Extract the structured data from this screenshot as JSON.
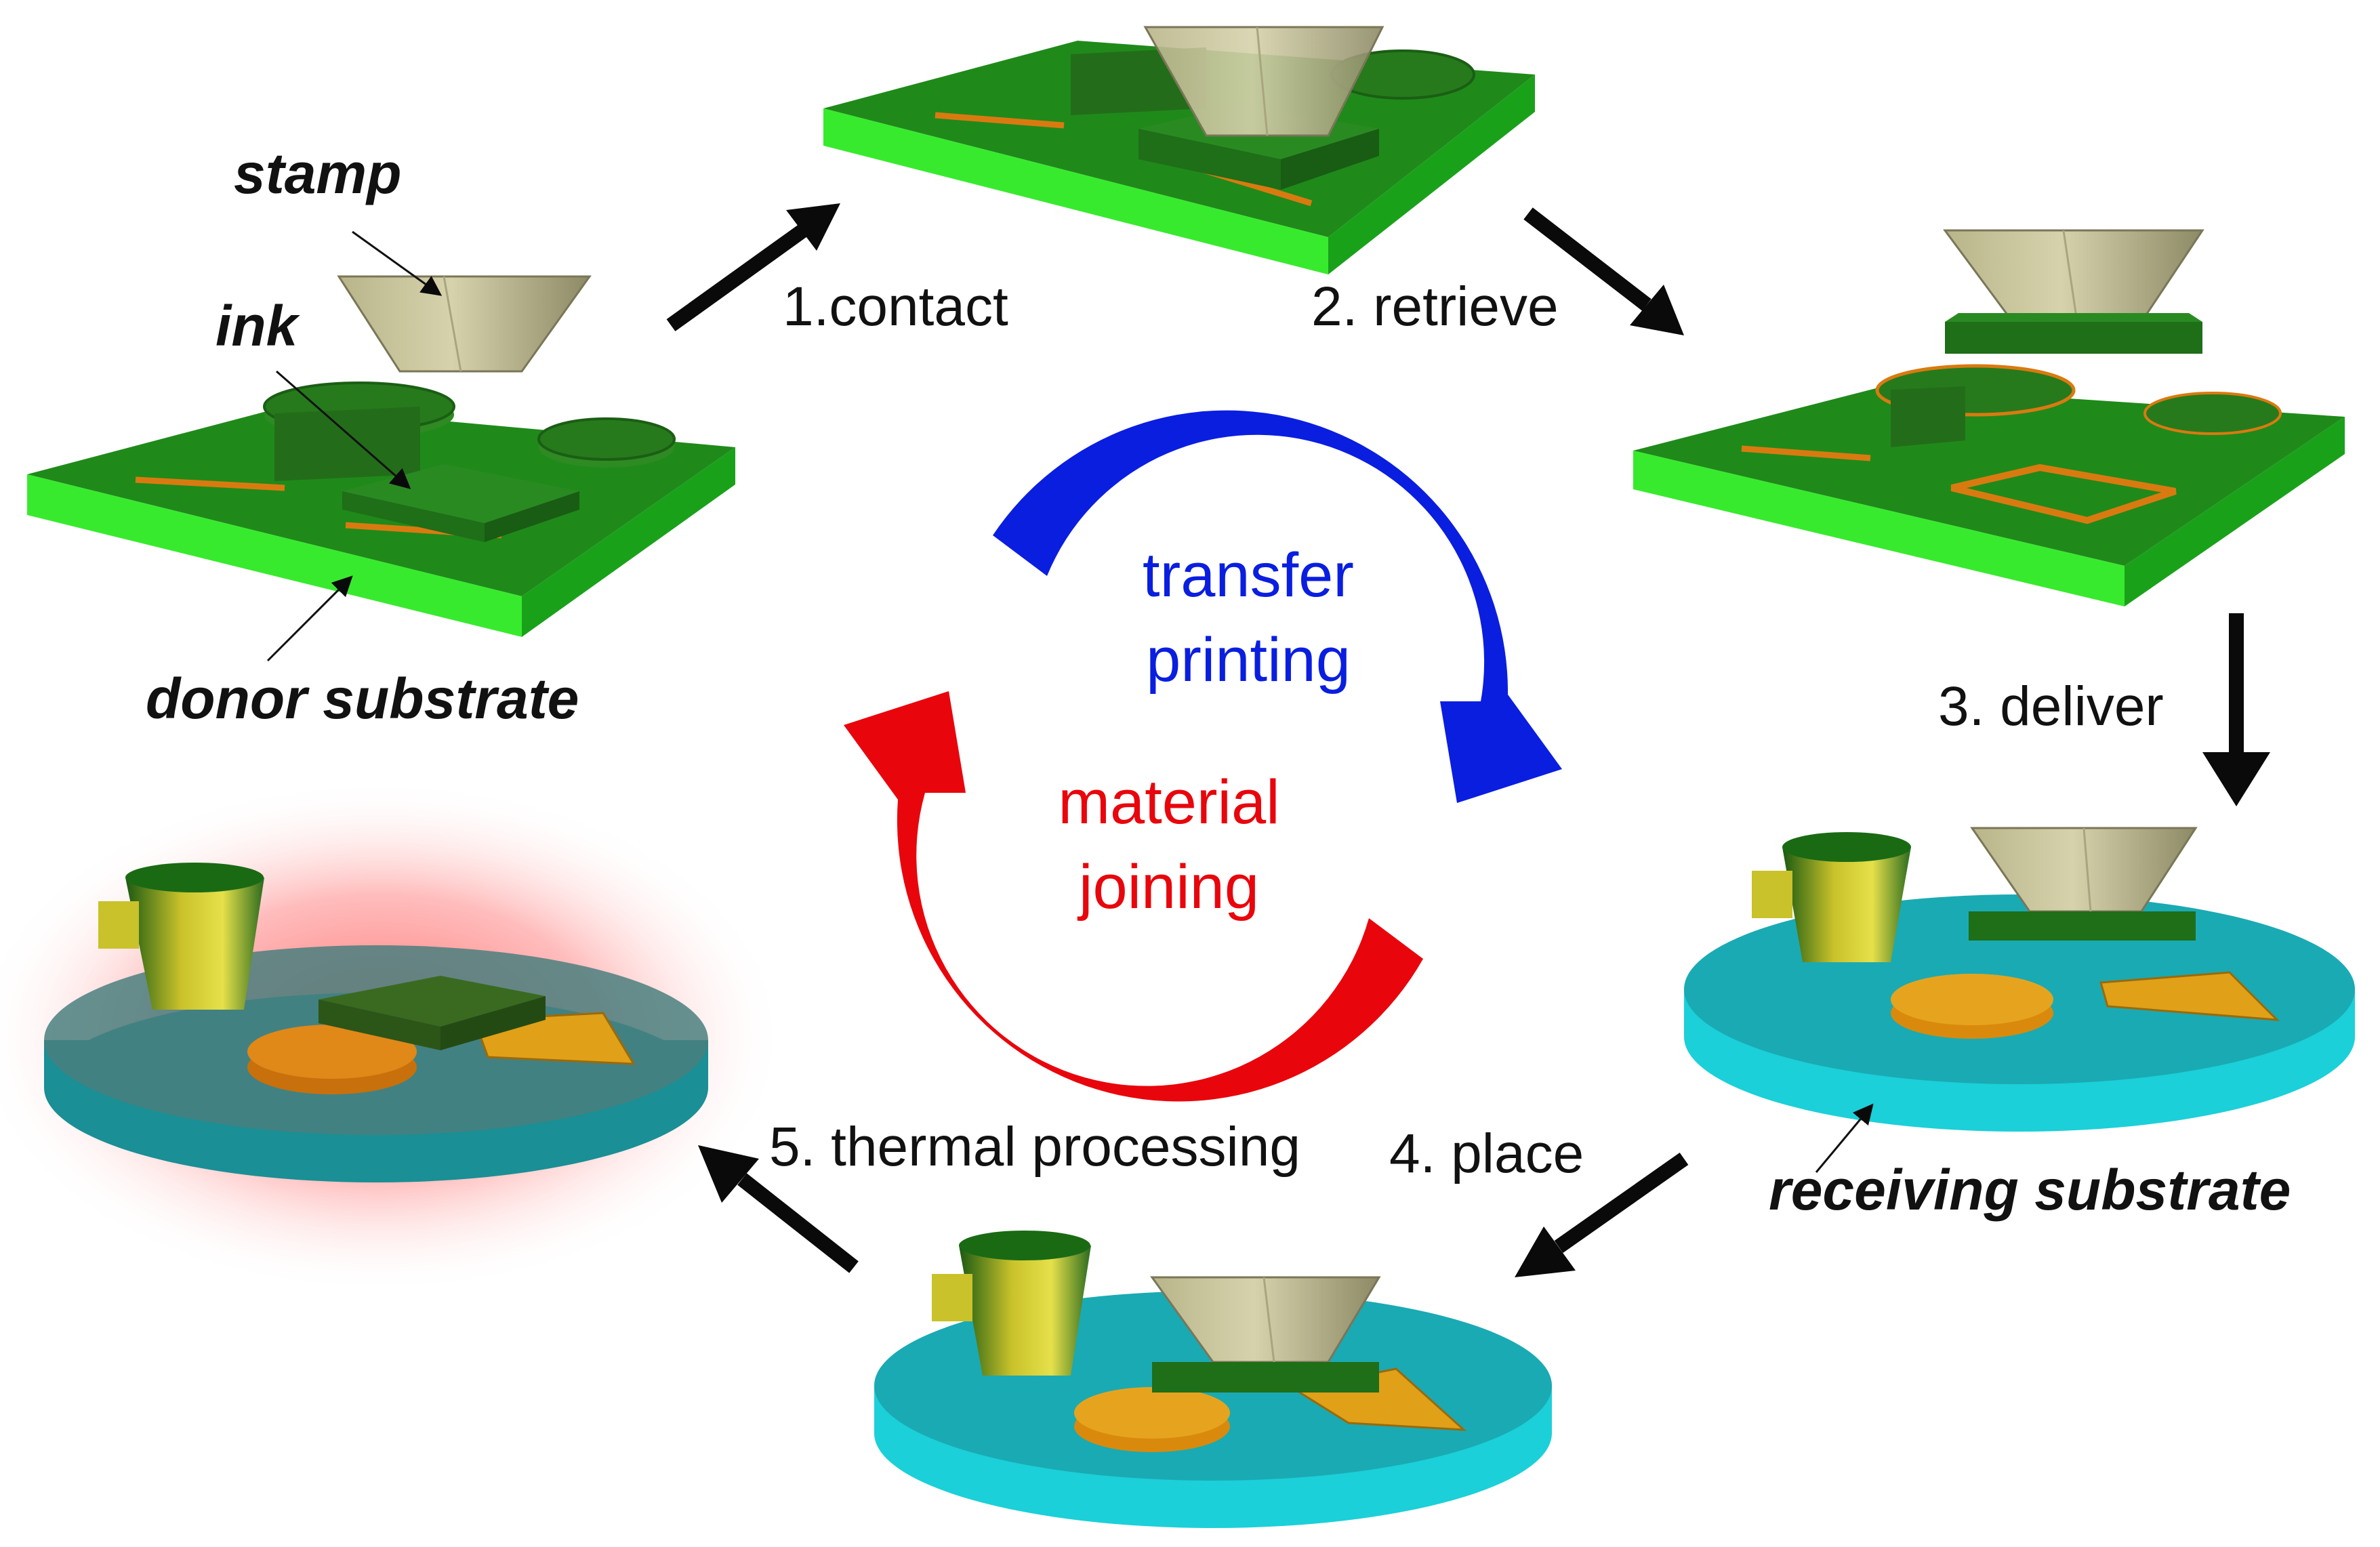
{
  "labels": {
    "stamp": "stamp",
    "ink": "ink",
    "donor_substrate": "donor substrate",
    "receiving_substrate": "receiving substrate"
  },
  "steps": {
    "contact": "1.contact",
    "retrieve": "2. retrieve",
    "deliver": "3. deliver",
    "place": "4. place",
    "thermal": "5. thermal processing"
  },
  "cycle": {
    "transfer_line1": "transfer",
    "transfer_line2": "printing",
    "joining_line1": "material",
    "joining_line2": "joining"
  },
  "colors": {
    "transfer": "#0a1ee0",
    "joining": "#e8060c",
    "substrate_green": "#2fd62a",
    "ink_green": "#1e7a1e",
    "stamp_khaki": "#c9c49a",
    "receiving_cyan": "#22c9cf",
    "metal_orange": "#e08a0e",
    "arrow": "#0a0a0a"
  }
}
